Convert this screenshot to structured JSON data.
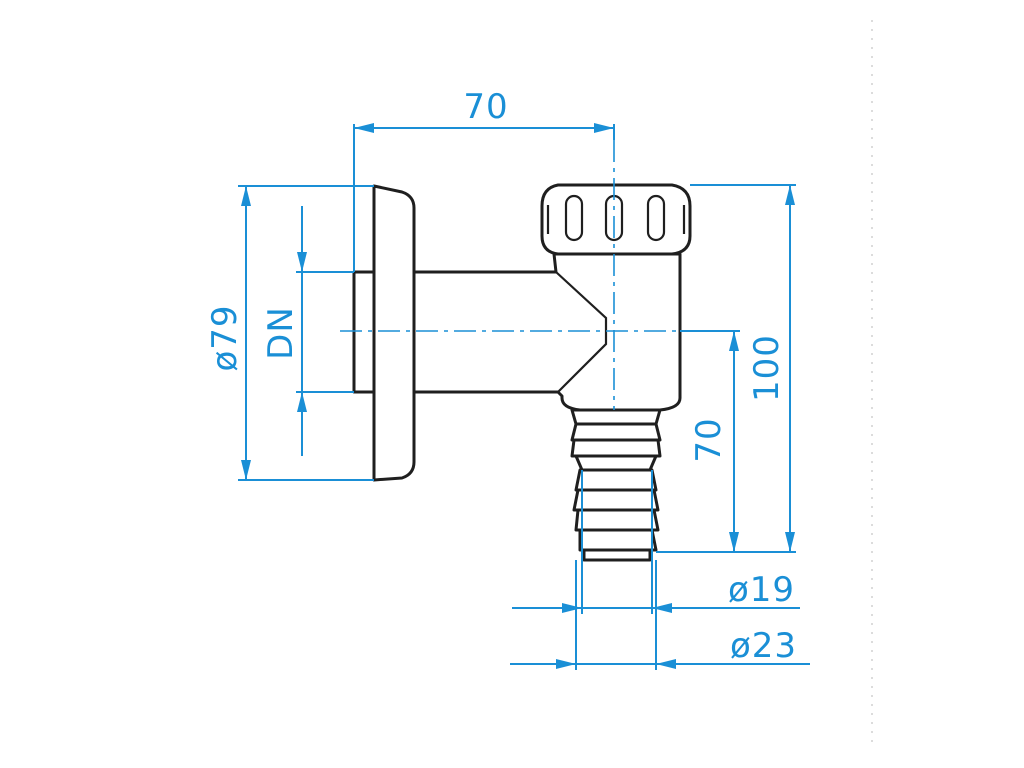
{
  "dimensions": {
    "width_top": "70",
    "diameter_flange": "ø79",
    "nominal_size": "DN",
    "height_total": "100",
    "height_outlet": "70",
    "diameter_inner": "ø19",
    "diameter_outer": "ø23"
  },
  "colors": {
    "dimension": "#1a8fd6",
    "outline": "#1f1f1f",
    "background": "#ffffff"
  }
}
